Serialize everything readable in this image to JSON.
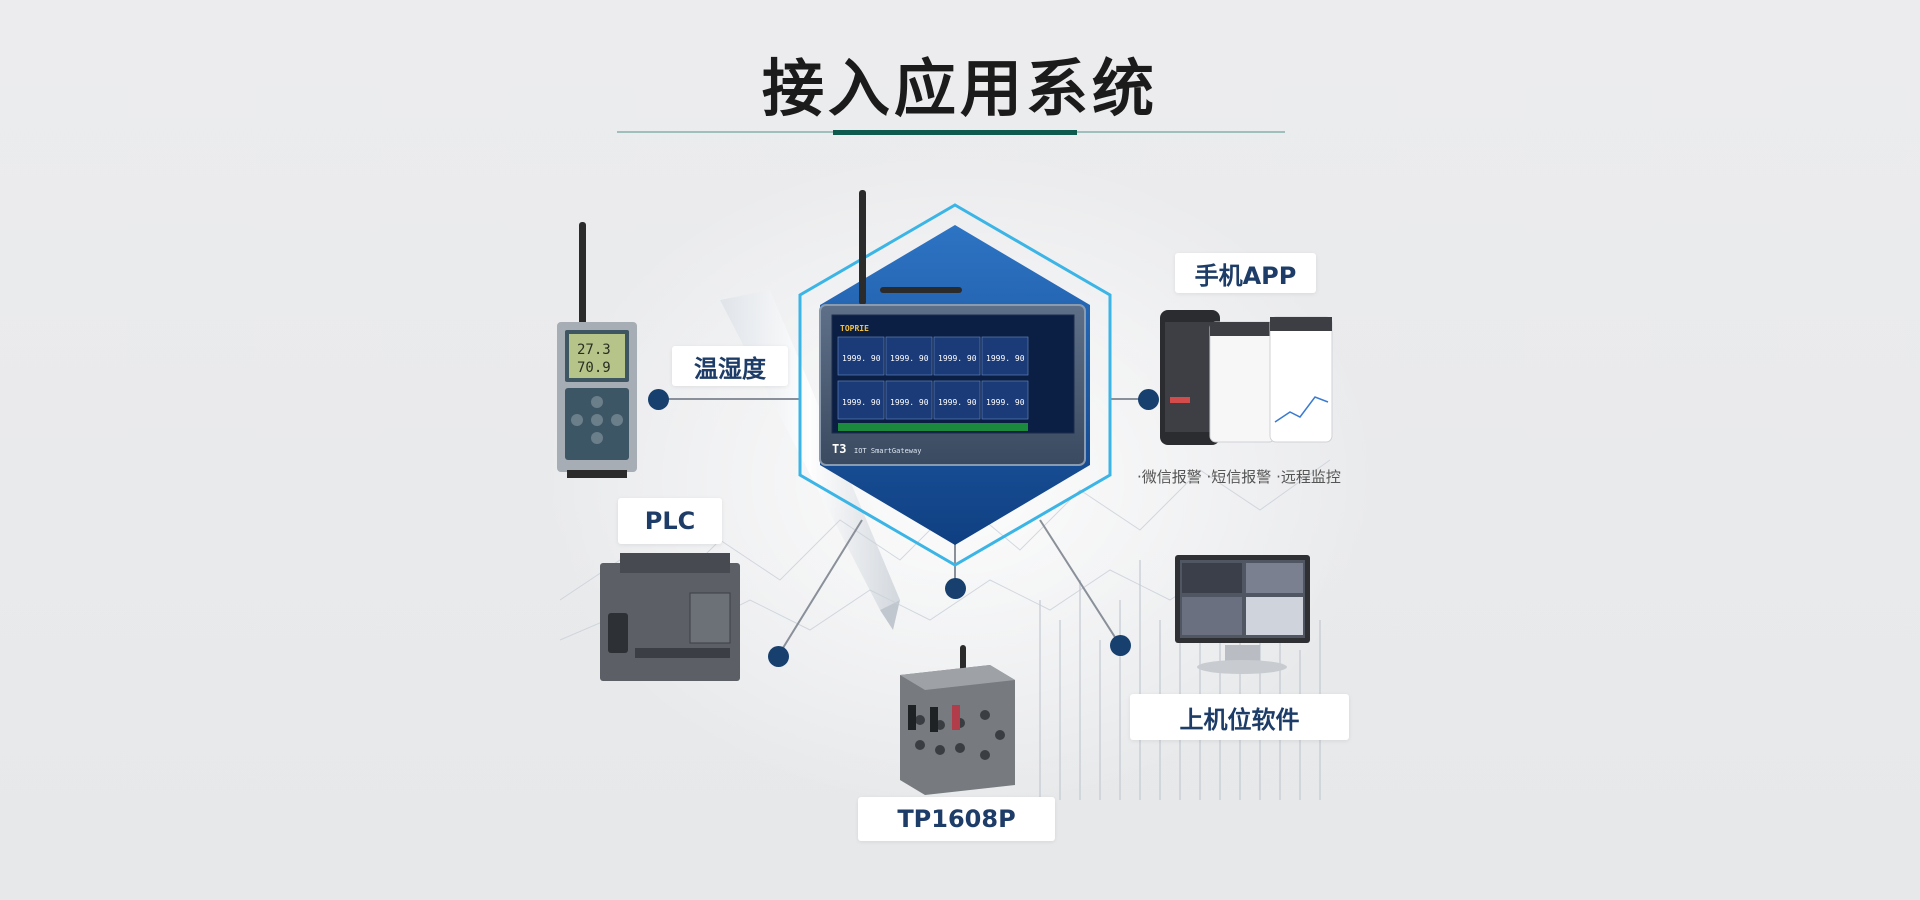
{
  "page": {
    "title": "接入应用系统"
  },
  "labels": {
    "temp_humidity": "温湿度",
    "mobile_app": "手机APP",
    "plc": "PLC",
    "pc_software": "上机位软件",
    "tp1608p": "TP1608P"
  },
  "app_features": "·微信报警  ·短信报警  ·远程监控",
  "device_screens": {
    "sensor": {
      "temp": "27.3",
      "humidity": "70.9"
    },
    "gateway": {
      "brand": "TOPRIE",
      "model": "T3",
      "model_sub": "IOT SmartGateway",
      "cell_value": "1999. 90"
    }
  },
  "colors": {
    "label_text": "#1d3c67",
    "dot": "#17406f",
    "hex_blue": "#1a5aa6",
    "hex_outline": "#3bb4e6",
    "title_accent": "#0e5a4f"
  }
}
